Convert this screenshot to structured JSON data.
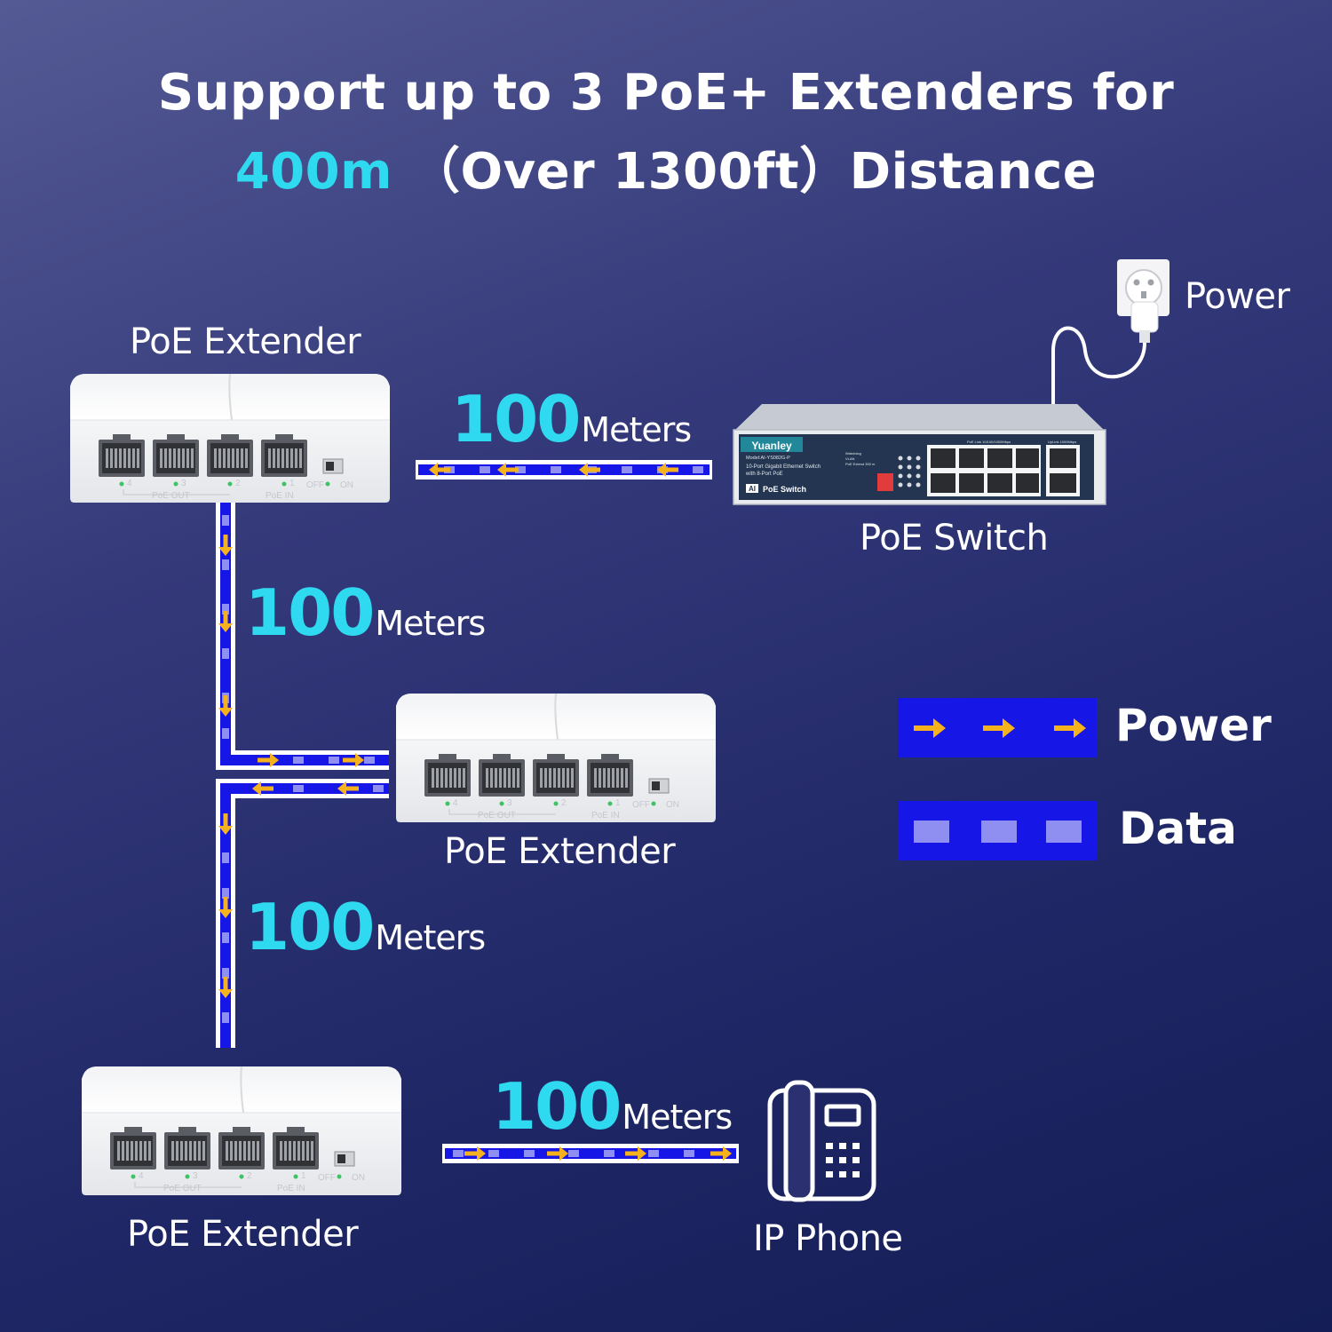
{
  "headline": {
    "line1": "Support up to 3 PoE+ Extenders for",
    "distance_highlight": "400m",
    "distance_rest": "（Over 1300ft）Distance"
  },
  "devices": {
    "extender_top": "PoE Extender",
    "extender_middle": "PoE Extender",
    "extender_bottom": "PoE Extender",
    "switch": "PoE Switch",
    "power_outlet": "Power",
    "ip_phone": "IP Phone"
  },
  "extender_panel": {
    "port_numbers": [
      "4",
      "3",
      "2",
      "1"
    ],
    "poe_out": "PoE  OUT",
    "poe_in": "PoE  IN",
    "switch_off": "OFF",
    "switch_on": "ON"
  },
  "switch_panel": {
    "brand": "Yuanley",
    "model": "Model:AI-YS082G-P",
    "desc1": "10-Port Gigabit Ethernet Switch",
    "desc2": "with 8-Port PoE",
    "ai_badge": "AI",
    "poe_switch_text": "PoE Switch",
    "watchdog": "Watchdog",
    "vlan": "VLAN",
    "extend": "PoE Extend 300 m",
    "poe_ports_label": "PoE Link 10/100/1000Mbps",
    "uplink_label": "UpLink 1000Mbps"
  },
  "distances": {
    "value": "100",
    "unit": "Meters"
  },
  "legend": {
    "power": "Power",
    "data": "Data"
  },
  "colors": {
    "cable_blue": "#1616e6",
    "data_square": "#8f8ff2",
    "arrow_yellow": "#f6b21c",
    "accent_cyan": "#2fd9ef",
    "switch_teal": "#23879a"
  }
}
